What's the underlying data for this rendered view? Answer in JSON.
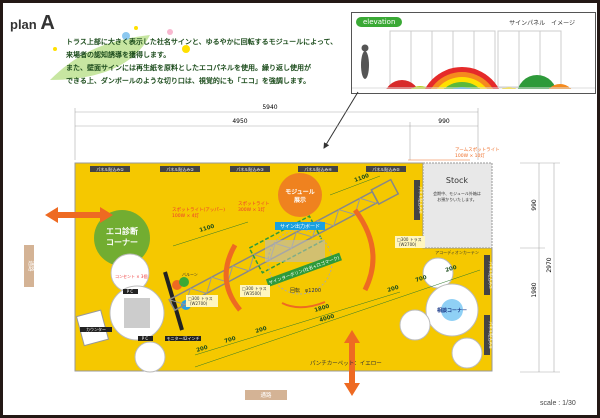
{
  "title": {
    "prefix": "plan",
    "letter": "A"
  },
  "intro_lines": [
    "トラス上部に大きく表示した社名サインと、ゆるやかに回転するモジュールによって、",
    "来場者の認知誘導を獲得します。",
    "また、壁面サインには再生紙を原料としたエコパネルを使用。繰り返し使用が",
    "できる上、ダンボールのような切り口は、視覚的にも「エコ」を強調します。"
  ],
  "elevation": {
    "tag": "elevation",
    "caption": "サインパネル　イメージ"
  },
  "dimensions": {
    "total_width": "5940",
    "main_width": "4950",
    "stock_width": "990",
    "stock_depth": "990",
    "main_depth": "1980",
    "total_depth": "2970",
    "truss_1100": "1100",
    "d200a": "200",
    "d700a": "700",
    "d200b": "200",
    "d1800": "1800",
    "d4000": "4000",
    "d200c": "200",
    "d700b": "700",
    "d200d": "200"
  },
  "panels": [
    "パネル貼込み①",
    "パネル貼込み②",
    "パネル貼込み③",
    "パネル貼込み④",
    "パネル貼込み⑤",
    "パネル貼込み⑥",
    "パネル貼込み⑦",
    "パネル貼込み⑧"
  ],
  "labels": {
    "arm_spot": "アームスポットライト",
    "arm_spot_w": "100W × 10灯",
    "spot_upper": "スポットライト(アッパー)",
    "spot_upper_w": "100W × 4灯",
    "spot": "スポットライト",
    "spot_w": "300W × 1灯",
    "module": "モジュール",
    "module2": "展示",
    "eco": "エコ診断",
    "eco2": "コーナー",
    "outlet": "コンセント × 3個",
    "pc1": "P C",
    "pc2": "P C",
    "counter": "カウンター",
    "monitor": "モニター42インチ",
    "balloon": "バルーン",
    "sign_board": "サイン出力ボード",
    "tarpaulin": "サインターポリン(社名+ロゴマーク)",
    "rotation": "回転　φ1200",
    "truss1": "□300 トラス",
    "truss1b": "(W2700)",
    "truss2": "□300 トラス",
    "truss2b": "(W3500)",
    "truss3": "□300 トラス",
    "truss3b": "(W2700)",
    "stock": "Stock",
    "stock_note1": "会期中、モジュール外箱は",
    "stock_note2": "お預かりいたします。",
    "curtain": "アコーディオンカーテン",
    "consult": "相談コーナー",
    "carpet": "パンチカーペット：イエロー",
    "aisle_left": "通路",
    "aisle_bottom": "通路"
  },
  "scale": "scale : 1/30",
  "colors": {
    "floor": "#f5c800",
    "arrow": "#ee6a22",
    "green": "#2e9a3a",
    "stock": "#e8e8e8"
  }
}
